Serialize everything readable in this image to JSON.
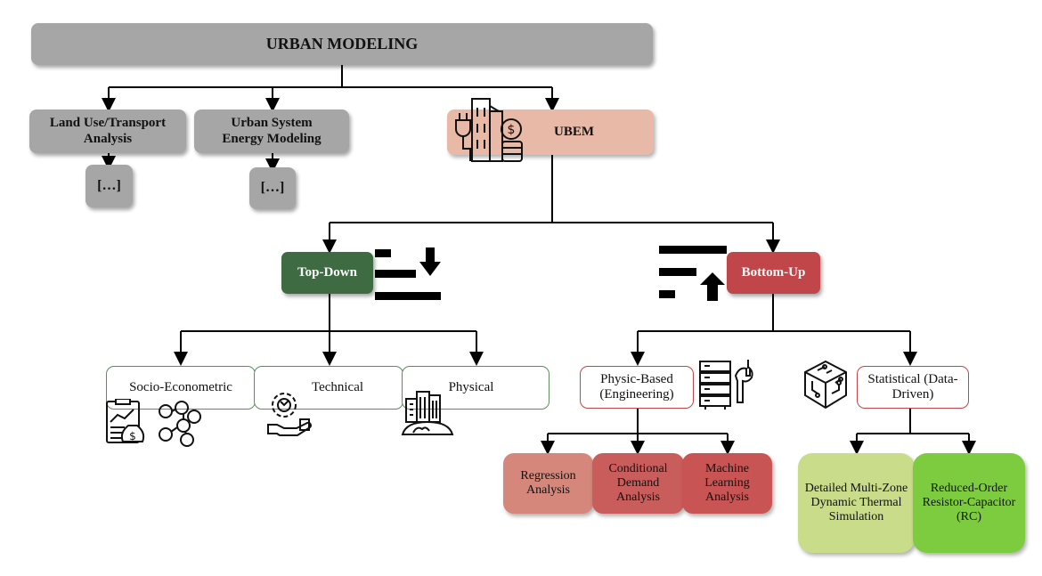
{
  "root": {
    "label": "URBAN MODELING"
  },
  "level1": {
    "land_use": "Land Use/Transport Analysis",
    "urban_system": "Urban System Energy Modeling",
    "ubem": "UBEM",
    "ellipsis_1": "[…]",
    "ellipsis_2": "[…]"
  },
  "approaches": {
    "top_down": "Top-Down",
    "bottom_up": "Bottom-Up"
  },
  "top_down_children": {
    "socio": "Socio-Econometric",
    "technical": "Technical",
    "physical": "Physical"
  },
  "bottom_up_children": {
    "physic_based": "Physic-Based (Engineering)",
    "statistical": "Statistical (Data-Driven)"
  },
  "statistical_methods": {
    "regression": "Regression Analysis",
    "conditional": "Conditional Demand Analysis",
    "machine_learning": "Machine Learning Analysis"
  },
  "engineering_methods": {
    "detailed": "Detailed Multi-Zone Dynamic Thermal Simulation",
    "reduced": "Reduced-Order Resistor-Capacitor (RC)"
  },
  "colors": {
    "grey": "#a6a6a6",
    "ubem": "#e8b9a6",
    "top_down": "#3e6b41",
    "bottom_up": "#c0464a",
    "regression": "#d4877a",
    "conditional": "#c95d5b",
    "machine_learning": "#c85454",
    "detailed": "#c8dc8a",
    "reduced": "#7dcc3f"
  },
  "icons": [
    "building-energy-icon",
    "sort-descending-icon",
    "sort-ascending-icon",
    "socio-economic-icon",
    "technical-gear-icon",
    "physical-buildings-icon",
    "server-tools-icon",
    "circuit-chip-icon"
  ]
}
